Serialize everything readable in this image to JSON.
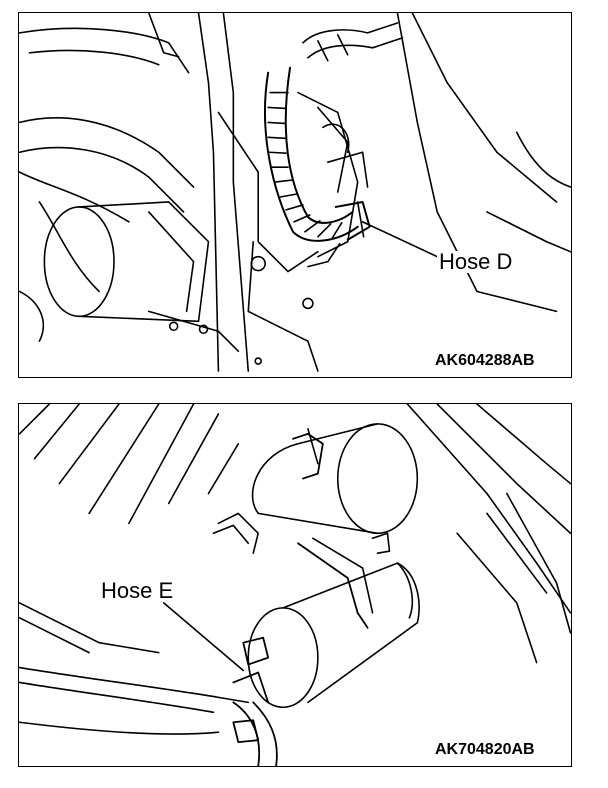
{
  "figures": [
    {
      "label": "Hose D",
      "code": "AK604288AB"
    },
    {
      "label": "Hose E",
      "code": "AK704820AB"
    }
  ],
  "colors": {
    "line": "#000000",
    "background": "#ffffff"
  }
}
